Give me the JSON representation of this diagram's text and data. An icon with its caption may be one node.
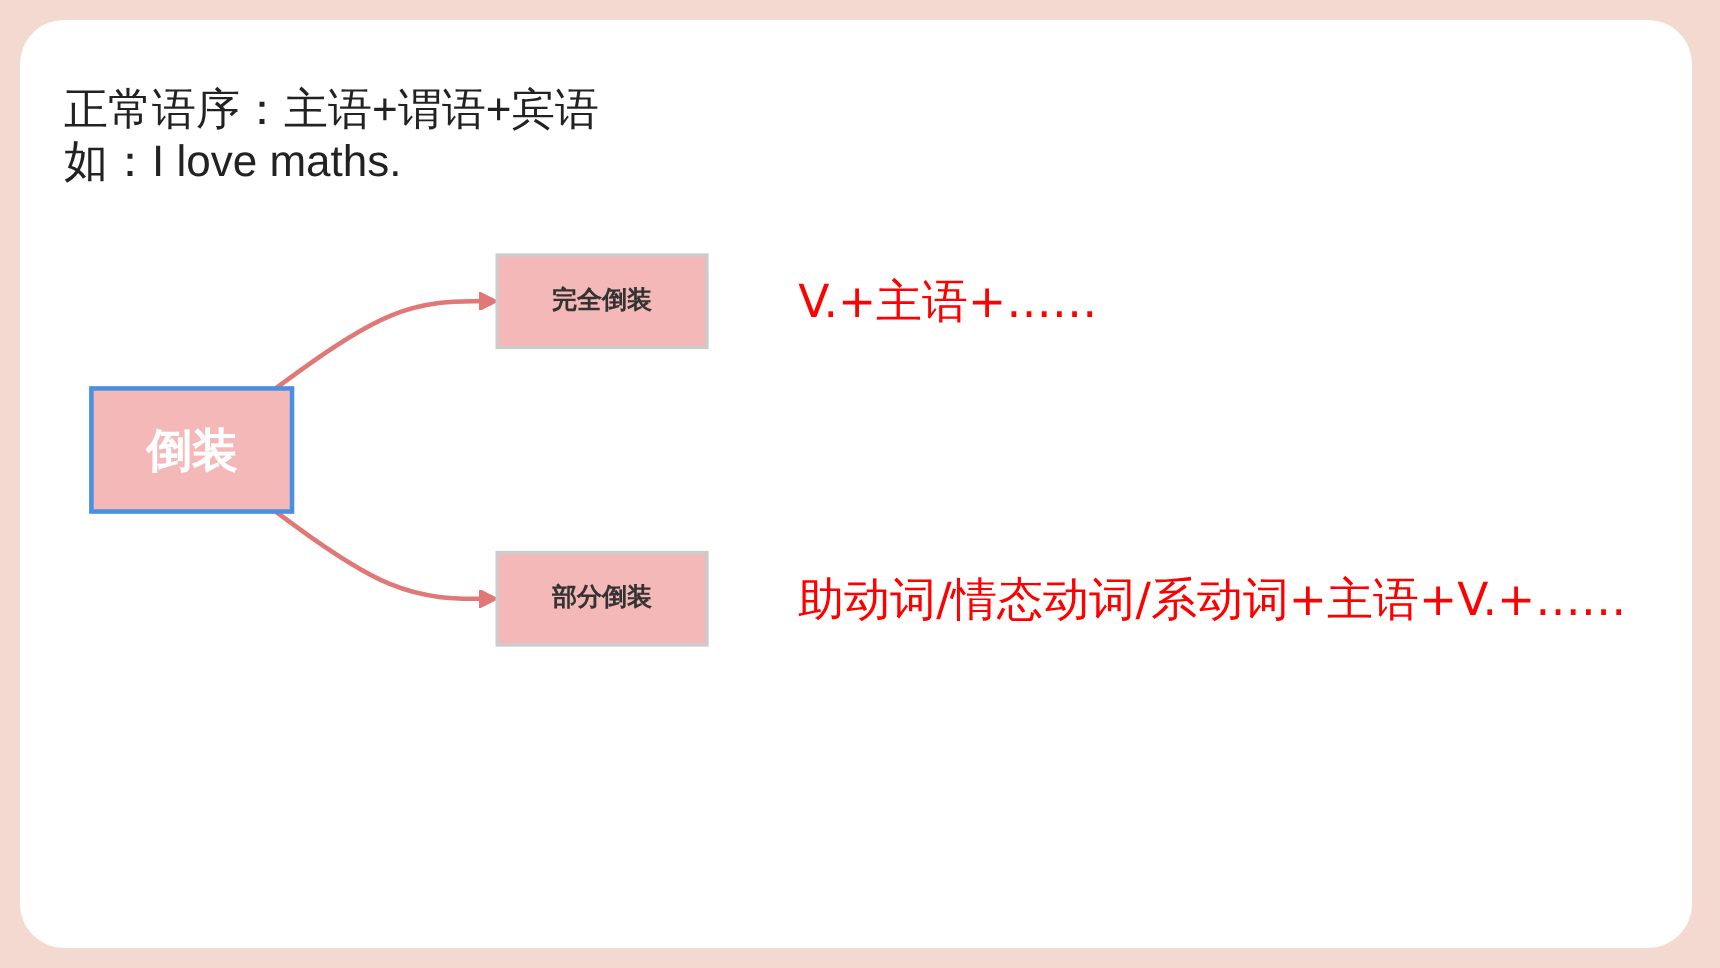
{
  "diagram": {
    "nodes": [
      {
        "text": [
          "倒装"
        ]
      },
      {
        "text": [
          "完全倒装"
        ],
        "beside": [
          "V.+主语+……"
        ]
      },
      {
        "text": [
          "部分倒装"
        ],
        "beside": [
          "助动词/情态动词/系动词+主语+V.+……"
        ]
      }
    ],
    "edges": [
      {
        "from": 0,
        "to": 1,
        "arrow": "to"
      },
      {
        "from": 0,
        "to": 2,
        "arrow": "to"
      }
    ],
    "labels": [
      "正常语序：主语+谓语+宾语",
      "如：I love maths."
    ]
  }
}
